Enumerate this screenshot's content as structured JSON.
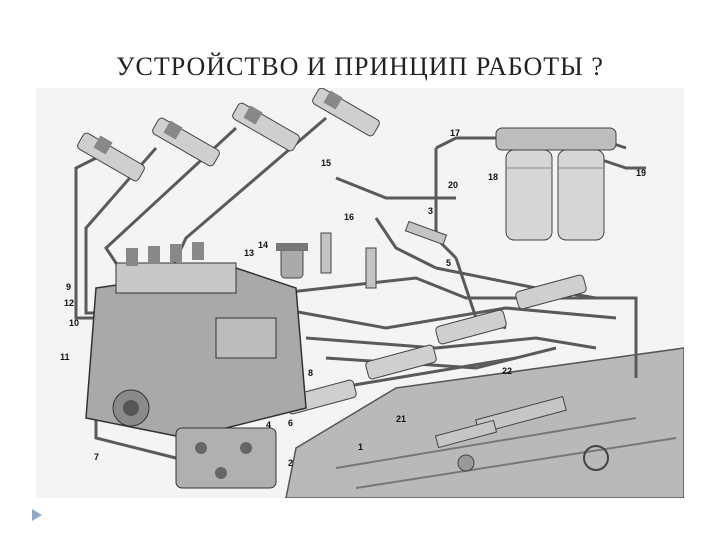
{
  "slide": {
    "title": "УСТРОЙСТВО И  ПРИНЦИП РАБОТЫ ?"
  },
  "diagram": {
    "callouts": [
      "1",
      "2",
      "3",
      "4",
      "5",
      "6",
      "7",
      "8",
      "9",
      "10",
      "11",
      "12",
      "13",
      "14",
      "15",
      "16",
      "17",
      "18",
      "19",
      "20",
      "21",
      "22"
    ]
  },
  "icons": {
    "nav": "triangle-right-icon"
  },
  "colors": {
    "title": "#222222",
    "nav_arrow": "#8fa9c9",
    "line": "#5a5a5a",
    "part_fill": "#cfcfcf"
  }
}
